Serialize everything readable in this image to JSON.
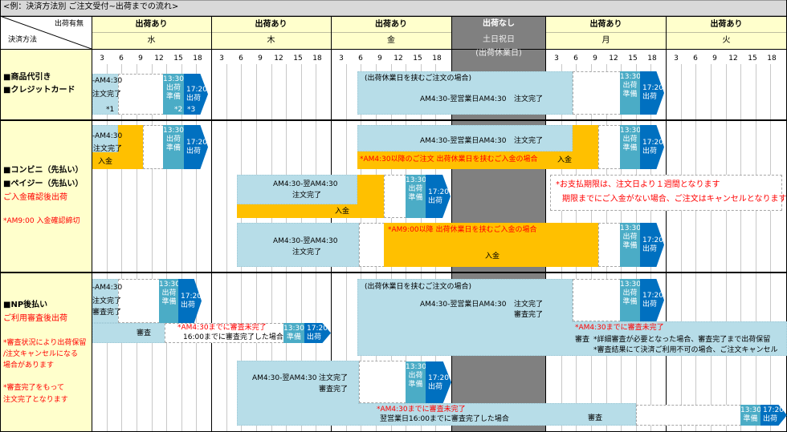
{
  "title": "<例：決済方法別 ご注文受付~出荷までの流れ>",
  "corner": {
    "top": "出荷有無",
    "bottom": "決済方法"
  },
  "days": [
    {
      "status": "出荷あり",
      "name": "水"
    },
    {
      "status": "出荷あり",
      "name": "木"
    },
    {
      "status": "出荷あり",
      "name": "金"
    },
    {
      "status": "出荷なし",
      "name": "土日祝日",
      "sub": "(出荷休業日)"
    },
    {
      "status": "出荷あり",
      "name": "月"
    },
    {
      "status": "出荷あり",
      "name": "火"
    }
  ],
  "ticks": [
    "3",
    "6",
    "9",
    "12",
    "15",
    "18"
  ],
  "colors": {
    "order": "#b7dde8",
    "payment": "#ffc000",
    "prep": "#4bacc6",
    "ship": "#0070c0",
    "holiday": "#808080",
    "note": "#ff0000"
  },
  "common": {
    "until": "-AM4:30",
    "order_done": "注文完了",
    "review_done": "審査完了",
    "prep": "13:30-",
    "prep2": "出荷",
    "prep3": "準備",
    "ship": "17:20-",
    "ship2": "出荷",
    "prep_short": "準備",
    "payment": "入金",
    "review": "審査",
    "range_next_business": "AM4:30-翌営業日AM4:30",
    "range_next": "AM4:30-翌AM4:30",
    "holiday_case": "(出荷休業日を挟むご注文の場合)"
  },
  "sections": {
    "cod": {
      "labels": [
        "■商品代引き",
        "■クレジットカード"
      ],
      "notes": [
        "*1",
        "*2",
        "*3"
      ]
    },
    "prepay": {
      "labels": [
        "■コンビニ（先払い）",
        "■ペイジー（先払い）"
      ],
      "sub": "ご入金確認後出荷",
      "cutoff": "*AM9:00 入金確認締切",
      "after_holiday": "*AM4:30以降のご注文 出荷休業日を挟むご入金の場合",
      "after_9": "*AM9:00以降 出荷休業日を挟むご入金の場合",
      "deadline1": "*お支払期限は、注文日より１週間となります",
      "deadline2": "期限までにご入金がない場合、ご注文はキャンセルとなります"
    },
    "np": {
      "label": "■NP後払い",
      "sub": "ご利用審査後出荷",
      "notes": [
        "*審査状況により出荷保留",
        "/注文キャンセルになる",
        "場合があります",
        "*審査完了をもって",
        "注文完了となります"
      ],
      "incomplete": "*AM4:30までに審査未完了",
      "done_by_16": "16:00までに審査完了した場合",
      "done_next_16": "翌営業日16:00までに審査完了した場合",
      "detail1": "*詳細審査が必要となった場合、審査完了まで出荷保留",
      "detail2": "*審査結果にて決済ご利用不可の場合、ご注文キャンセル"
    }
  }
}
